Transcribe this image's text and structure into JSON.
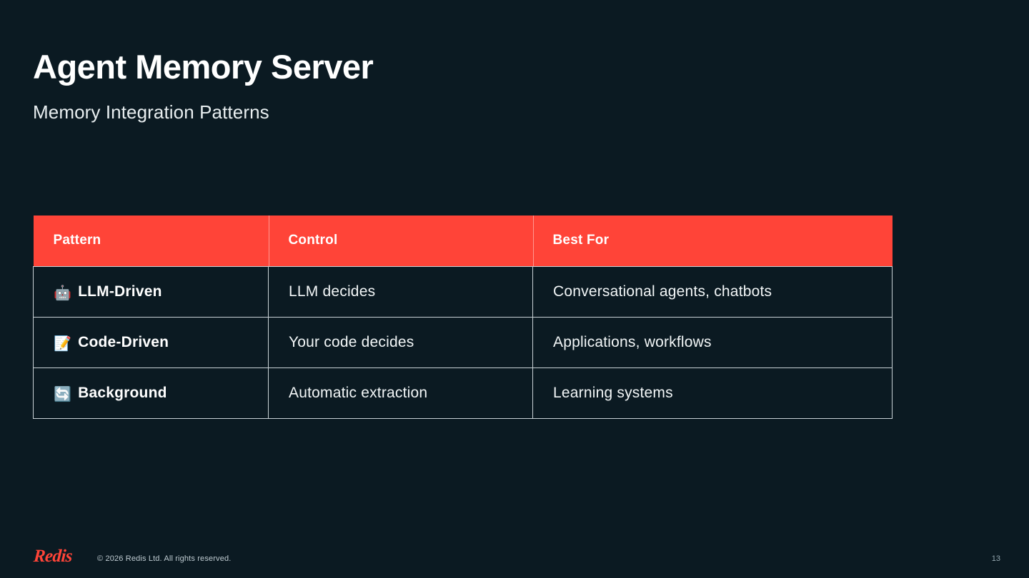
{
  "slide": {
    "title": "Agent Memory Server",
    "subtitle": "Memory Integration Patterns",
    "background_color": "#0B1A22",
    "accent_color": "#FF4438",
    "text_color": "#FFFFFF"
  },
  "table": {
    "headers": [
      "Pattern",
      "Control",
      "Best For"
    ],
    "rows": [
      {
        "icon": "robot-emoji",
        "icon_glyph": "🤖",
        "pattern": "LLM-Driven",
        "control": "LLM decides",
        "best_for": "Conversational agents, chatbots"
      },
      {
        "icon": "memo-emoji",
        "icon_glyph": "📝",
        "pattern": "Code-Driven",
        "control": "Your code decides",
        "best_for": "Applications, workflows"
      },
      {
        "icon": "arrows-counterclockwise-emoji",
        "icon_glyph": "🔄",
        "pattern": "Background",
        "control": "Automatic extraction",
        "best_for": "Learning systems"
      }
    ]
  },
  "footer": {
    "logo_text": "Redis",
    "copyright": "© 2026 Redis Ltd. All rights reserved.",
    "page_number": "13"
  }
}
